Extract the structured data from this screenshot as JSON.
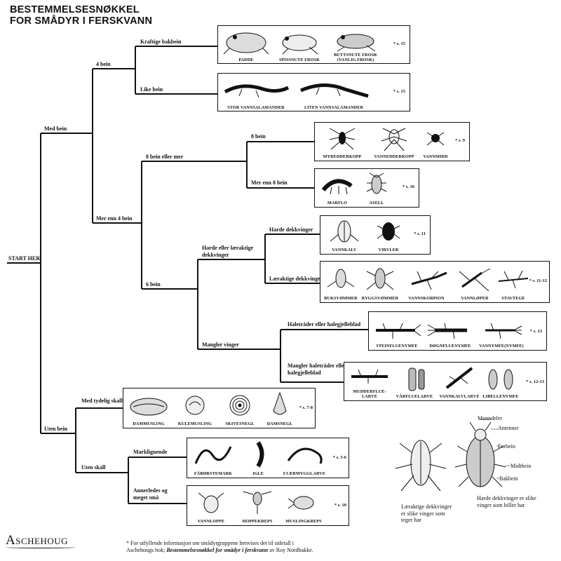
{
  "title": {
    "line1": "BESTEMMELSESNØKKEL",
    "line2": "FOR SMÅDYR I FERSKVANN"
  },
  "branches": {
    "start": "START HER",
    "med_bein": "Med bein",
    "uten_bein": "Uten bein",
    "fire_bein": "4 bein",
    "mer_enn_4": "Mer enn 4 bein",
    "kraftige_bakbein": "Kraftige bakbein",
    "like_bein": "Like bein",
    "atte_eller_mer": "8 bein eller mer",
    "seks_bein": "6 bein",
    "atte_bein": "8 bein",
    "mer_enn_8": "Mer enn 8 bein",
    "harde_laer_1": "Harde eller læraktige",
    "harde_laer_2": "dekkvinger",
    "harde": "Harde dekkvinger",
    "laeraktige": "Læraktige dekkvinger",
    "mangler_vinger": "Mangler vinger",
    "haletrader": "Haletråder eller halegjelleblad",
    "mangler_hale_1": "Mangler haletråder eller",
    "mangler_hale_2": "halegjelleblad",
    "med_skall": "Med tydelig skall",
    "uten_skall": "Uten skall",
    "marklignende": "Marklignende",
    "annerledes_1": "Annerledes og",
    "annerledes_2": "meget små"
  },
  "groups": {
    "frosk": {
      "items": [
        "PADDE",
        "SPISSNUTE FROSK",
        "BUTTSNUTE FROSK",
        "(VANLIG FROSK)"
      ],
      "ref": "* s. 15"
    },
    "salamander": {
      "items": [
        "STOR VANNSALAMANDER",
        "LITEN VANNSALAMANDER"
      ],
      "ref": "* s. 15"
    },
    "edderkopp": {
      "items": [
        "MYREDDERKOPP",
        "VANNEDDERKOPP",
        "VANNMIDD"
      ],
      "ref": "* s. 9"
    },
    "kreps": {
      "items": [
        "MARFLO",
        "ASELL"
      ],
      "ref": "* s. 10"
    },
    "harde": {
      "items": [
        "VANNKALV",
        "VIRVLER"
      ],
      "ref": "* s. 11"
    },
    "laer": {
      "items": [
        "BUKSVØMMER",
        "RYGGSVØMMER",
        "VANNSKORPION",
        "VANNLØPER",
        "STAVTEGE"
      ],
      "ref": "* s. 11-12"
    },
    "nymfe": {
      "items": [
        "STEINFLUENYMFE",
        "DØGNFLUENYMFE",
        "VANNYMFE(NYMFE)"
      ],
      "ref": "* s. 13"
    },
    "larve": {
      "items": [
        "MUDDERFLUE-",
        "LARVE",
        "VÅRFLUELARVE",
        "VANNKALVLARVE",
        "LIBELLENYMFE"
      ],
      "ref": "* s. 12-13"
    },
    "skall": {
      "items": [
        "DAMMUSLING",
        "KULEMUSLING",
        "SKIVESNEGL",
        "DAMSNEGL"
      ],
      "ref": "* s. 7-8"
    },
    "mark": {
      "items": [
        "FÅBØRSTEMARK",
        "IGLE",
        "FJÆRMYGGLARVE"
      ],
      "ref": "* s. 5-6"
    },
    "sma": {
      "items": [
        "VANNLOPPE",
        "HOPPEKREPS",
        "MUSLINGKREPS"
      ],
      "ref": "* s. 10"
    }
  },
  "anatomy": {
    "labels": [
      "Munndeler",
      "Antenner",
      "Forbein",
      "Midtbein",
      "Bakbein"
    ],
    "cap_left": [
      "Læraktige dekkvinger",
      "er slike vinger som",
      "teger har"
    ],
    "cap_right": [
      "Harde dekkvinger er slike",
      "vinger som biller har"
    ]
  },
  "logo": "Aschehoug",
  "footer": {
    "pre": "* For utfyllende informasjon om smådyrgruppene henvises det til sidetall i",
    "line2_pre": "Aschehougs bok; ",
    "book": "Bestemmelsesnøkkel for smådyr i ferskvann",
    "line2_post": " av Roy Nordbakke."
  }
}
